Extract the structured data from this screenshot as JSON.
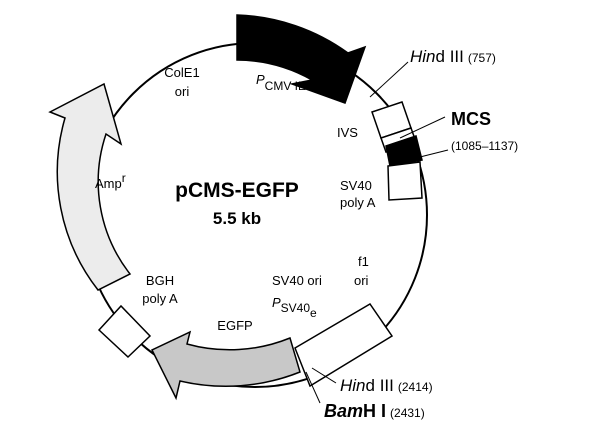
{
  "plasmid": {
    "name": "pCMS-EGFP",
    "size": "5.5 kb"
  },
  "features": {
    "pcmv": {
      "p": "P",
      "sub": "CMV IE"
    },
    "cole1": {
      "line1": "ColE1",
      "line2": "ori"
    },
    "ampr": {
      "main": "Amp",
      "sup": "r"
    },
    "ivs": "IVS",
    "sv40polya": {
      "line1": "SV40",
      "line2": "poly A"
    },
    "f1ori": {
      "line1": "f1",
      "line2": "ori"
    },
    "sv40ori": {
      "line1": "SV40 ori",
      "p": "P",
      "sub": "SV40",
      "subsub": "e"
    },
    "bgh": {
      "line1": "BGH",
      "line2": "poly A"
    },
    "egfp": "EGFP"
  },
  "sites": {
    "hind757": {
      "italic": "Hin",
      "rest": "d III",
      "pos": "(757)"
    },
    "mcs": {
      "name": "MCS",
      "range": "(1085–1137)"
    },
    "hind2414": {
      "italic": "Hin",
      "rest": "d III",
      "pos": "(2414)"
    },
    "bamhi": {
      "italic": "Bam",
      "rest": "H I",
      "pos": "(2431)"
    }
  },
  "colors": {
    "pcmv_fill": "#000000",
    "mcs_fill": "#000000",
    "ampr_fill": "#ececec",
    "egfp_fill": "#c8c8c8",
    "box_fill": "#ffffff",
    "stroke": "#000000"
  }
}
